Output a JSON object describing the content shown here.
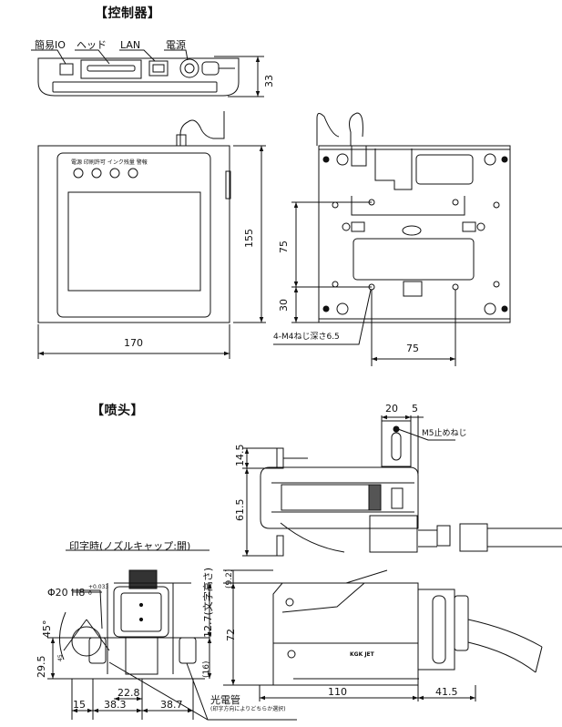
{
  "controller": {
    "section_title": "【控制器】",
    "port_labels": [
      "簡易IO",
      "ヘッド",
      "LAN",
      "電源"
    ],
    "front_led_labels": "電源  印刷許可 インク残量  警報",
    "dimensions": {
      "height_side": "33",
      "height_front": "155",
      "width_front": "170",
      "rear_vertical_1": "75",
      "rear_vertical_2": "30",
      "rear_horizontal": "75"
    },
    "screw_note": "4-M4ねじ深さ6.5"
  },
  "head": {
    "section_title": "【喷头】",
    "print_state_label": "印字時(ノズルキャップ:開)",
    "set_screw_note": "M5止めねじ",
    "bore_note": "Φ20 H8",
    "bore_tolerance_upper": "+0.033",
    "bore_tolerance_lower": "0",
    "angle_label": "45°",
    "angle_label_inner": "45",
    "sensor_label": "光電管",
    "sensor_note": "(印字方向によりどちらか選択)",
    "brand_mark": "KGK JET",
    "dimensions": {
      "top_width_a": "20",
      "top_width_b": "5",
      "top_height_a": "14.5",
      "top_height_b": "61.5",
      "front_height": "29.5",
      "front_width_a": "15",
      "front_width_b": "38.3",
      "front_width_c": "38.7",
      "front_width_d": "22.8",
      "char_height": "12.7(文字高さ)",
      "sensor_offset": "(16)",
      "side_top": "(9.2)",
      "side_height": "72",
      "side_length": "110",
      "side_connector": "41.5"
    }
  }
}
